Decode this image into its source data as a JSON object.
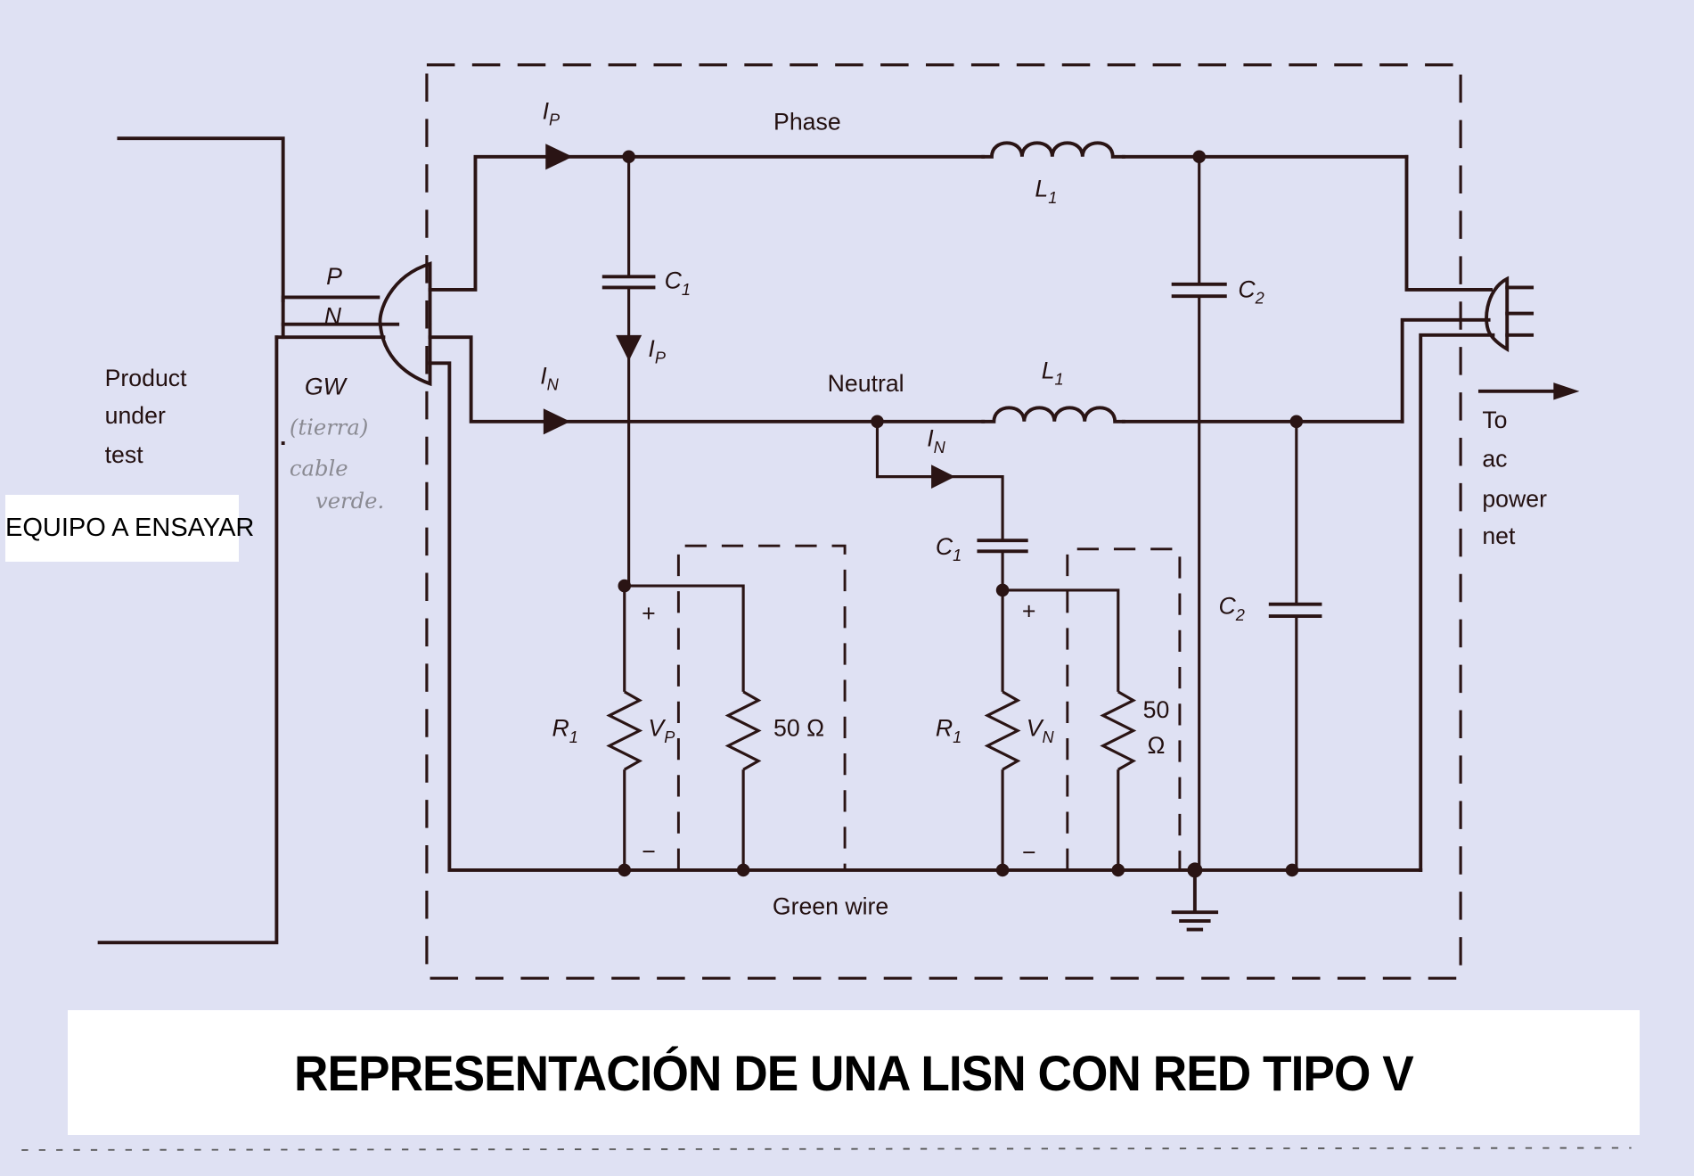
{
  "diagram": {
    "dut_label_lines": [
      "Product",
      "under",
      "test"
    ],
    "dut_spanish_label": "EQUIPO A ENSAYAR",
    "plug_pins": {
      "phase": "P",
      "neutral": "N",
      "ground": "GW"
    },
    "handwritten_note_lines": [
      "(tierra)",
      "cable",
      "verde."
    ],
    "phase_label": "Phase",
    "neutral_label": "Neutral",
    "green_wire_label": "Green wire",
    "current_phase": {
      "main": "I",
      "sub": "P"
    },
    "current_neutral": {
      "main": "I",
      "sub": "N"
    },
    "inductor_label": {
      "main": "L",
      "sub": "1"
    },
    "cap1_label": {
      "main": "C",
      "sub": "1"
    },
    "cap2_label": {
      "main": "C",
      "sub": "2"
    },
    "resistor_label": {
      "main": "R",
      "sub": "1"
    },
    "voltage_phase": {
      "main": "V",
      "sub": "P"
    },
    "voltage_neutral": {
      "main": "V",
      "sub": "N"
    },
    "plus": "+",
    "minus": "−",
    "load_phase": "50 Ω",
    "load_neutral_lines": [
      "50",
      "Ω"
    ],
    "output_label_lines": [
      "To",
      "ac",
      "power",
      "net"
    ],
    "caption": "REPRESENTACIÓN DE UNA LISN CON RED TIPO V"
  },
  "colors": {
    "ink": "#2a1414",
    "paper": "#dfe1f3",
    "handwriting": "#8a8a92",
    "label_box": "#ffffff"
  }
}
